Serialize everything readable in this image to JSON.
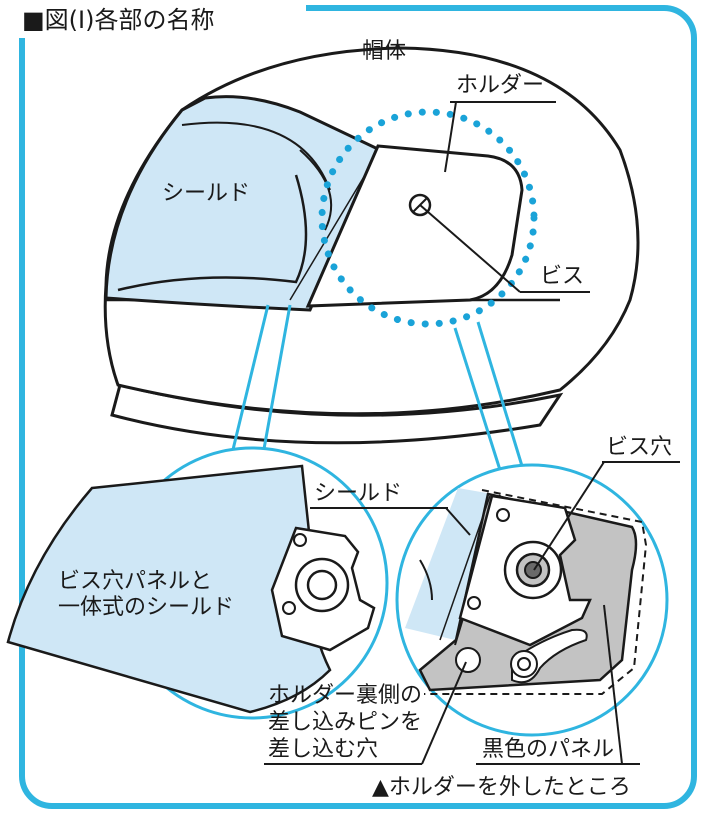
{
  "colors": {
    "frame": "#2fb5e0",
    "shield": "#cfe7f6",
    "dots": "#1aa3d8",
    "panel": "#c3c3c3",
    "line": "#1a1a1a"
  },
  "title": "■図(I)各部の名称",
  "labels": {
    "helmet_body": "帽体",
    "holder": "ホルダー",
    "shield": "シールド",
    "screw": "ビス",
    "screw_hole": "ビス穴",
    "shield_right": "シールド",
    "integrated_shield": [
      "ビス穴パネルと",
      "一体式のシールド"
    ],
    "pin_hole": [
      "ホルダー裏側の",
      "差し込みピンを",
      "差し込む穴"
    ],
    "black_panel": "黒色のパネル",
    "caption": "▲ホルダーを外したところ"
  }
}
